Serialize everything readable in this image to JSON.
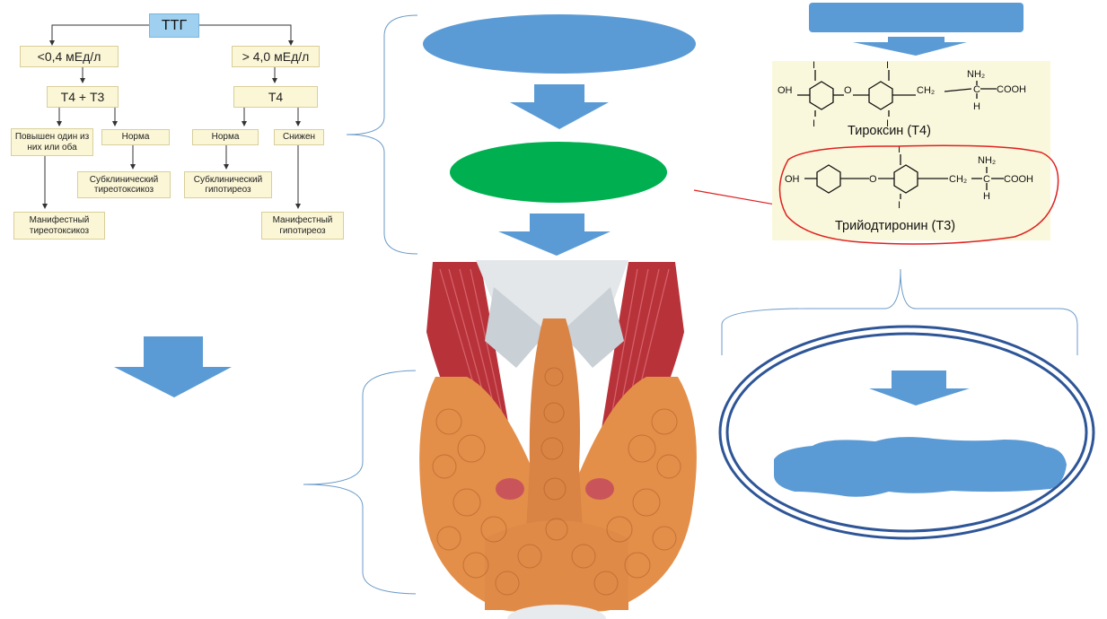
{
  "flowchart": {
    "root": "ТТГ",
    "low": "<0,4 мЕд/л",
    "high": "> 4,0 мЕд/л",
    "t4t3": "Т4 + Т3",
    "t4": "Т4",
    "elevated": "Повышен один из них или оба",
    "norm_left": "Норма",
    "norm_right": "Норма",
    "decreased": "Снижен",
    "subclinical_thyro": "Субклинический тиреотоксикоз",
    "subclinical_hypo": "Субклинический гипотиреоз",
    "manifest_thyro": "Манифестный тиреотоксикоз",
    "manifest_hypo": "Манифестный гипотиреоз"
  },
  "chemistry": {
    "t4_caption": "Тироксин (Т4)",
    "t3_caption": "Трийодтиронин (Т3)",
    "oh": "OH",
    "o": "O",
    "ch2": "CH₂",
    "nh2": "NH₂",
    "c": "C",
    "h": "H",
    "cooh": "COOH",
    "iodine": "I"
  },
  "colors": {
    "accent_blue": "#5b9bd5",
    "green": "#00b050",
    "flow_box": "#fbf6d6",
    "root_box": "#9fd0ef",
    "highlight_red": "#e02020",
    "ring_blue": "#2e5597",
    "bracket": "#6a9ac8"
  }
}
